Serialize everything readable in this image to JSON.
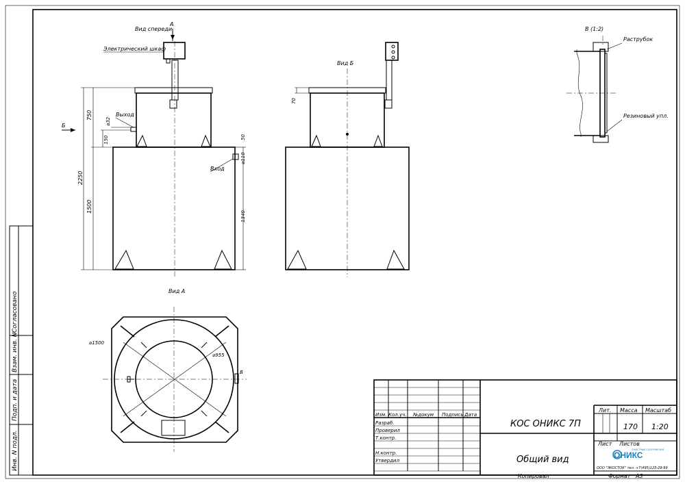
{
  "views": {
    "front_title": "Вид спереди",
    "arrow_a": "А",
    "arrow_b": "Б",
    "view_b_title": "Вид Б",
    "view_a_title": "Вид А",
    "detail_title": "В (1:2)"
  },
  "callouts": {
    "cabinet": "Электрический шкаф",
    "outlet": "Выход",
    "inlet": "Вход",
    "socket": "Раструбок",
    "seal": "Резиновый упл.",
    "section_mark": "В"
  },
  "dimensions": {
    "d750": "750",
    "d2250": "2250",
    "d1500": "1500",
    "d150": "150",
    "d32": "⌀32",
    "d50": "50",
    "d110": "⌀110",
    "d1340": "1340",
    "d70": "70",
    "d1500dia": "⌀1500",
    "d955": "⌀955"
  },
  "side_stamp": {
    "agreed": "Согласовано",
    "inv_replace": "Взам. инв. N",
    "sign_date": "Подп. и дата",
    "inv_orig": "Инв. N подл."
  },
  "title_block": {
    "headers": [
      "Изм.",
      "Кол.уч.",
      "№докум",
      "Подпись",
      "Дата"
    ],
    "rows": [
      "Разраб.",
      "Проверил",
      "Т.контр.",
      "",
      "Н.контр.",
      "Утвердил"
    ],
    "designation": "КОС ОНИКС 7П",
    "name": "Общий вид",
    "lit_label": "Лит.",
    "mass_label": "Масса",
    "scale_label": "Масштаб",
    "mass_value": "170",
    "scale_value": "1:20",
    "sheet_label": "Лист",
    "sheets_label": "Листов",
    "copied": "Копировал",
    "format_label": "Формат",
    "format_value": "А3",
    "company_line": "ООО \"ЭКОСТОК\" тел. +7(495)125-29-99",
    "logo_text": "ОНИКС",
    "logo_sub": "ОЧИСТНЫЕ СООРУЖЕНИЯ"
  }
}
